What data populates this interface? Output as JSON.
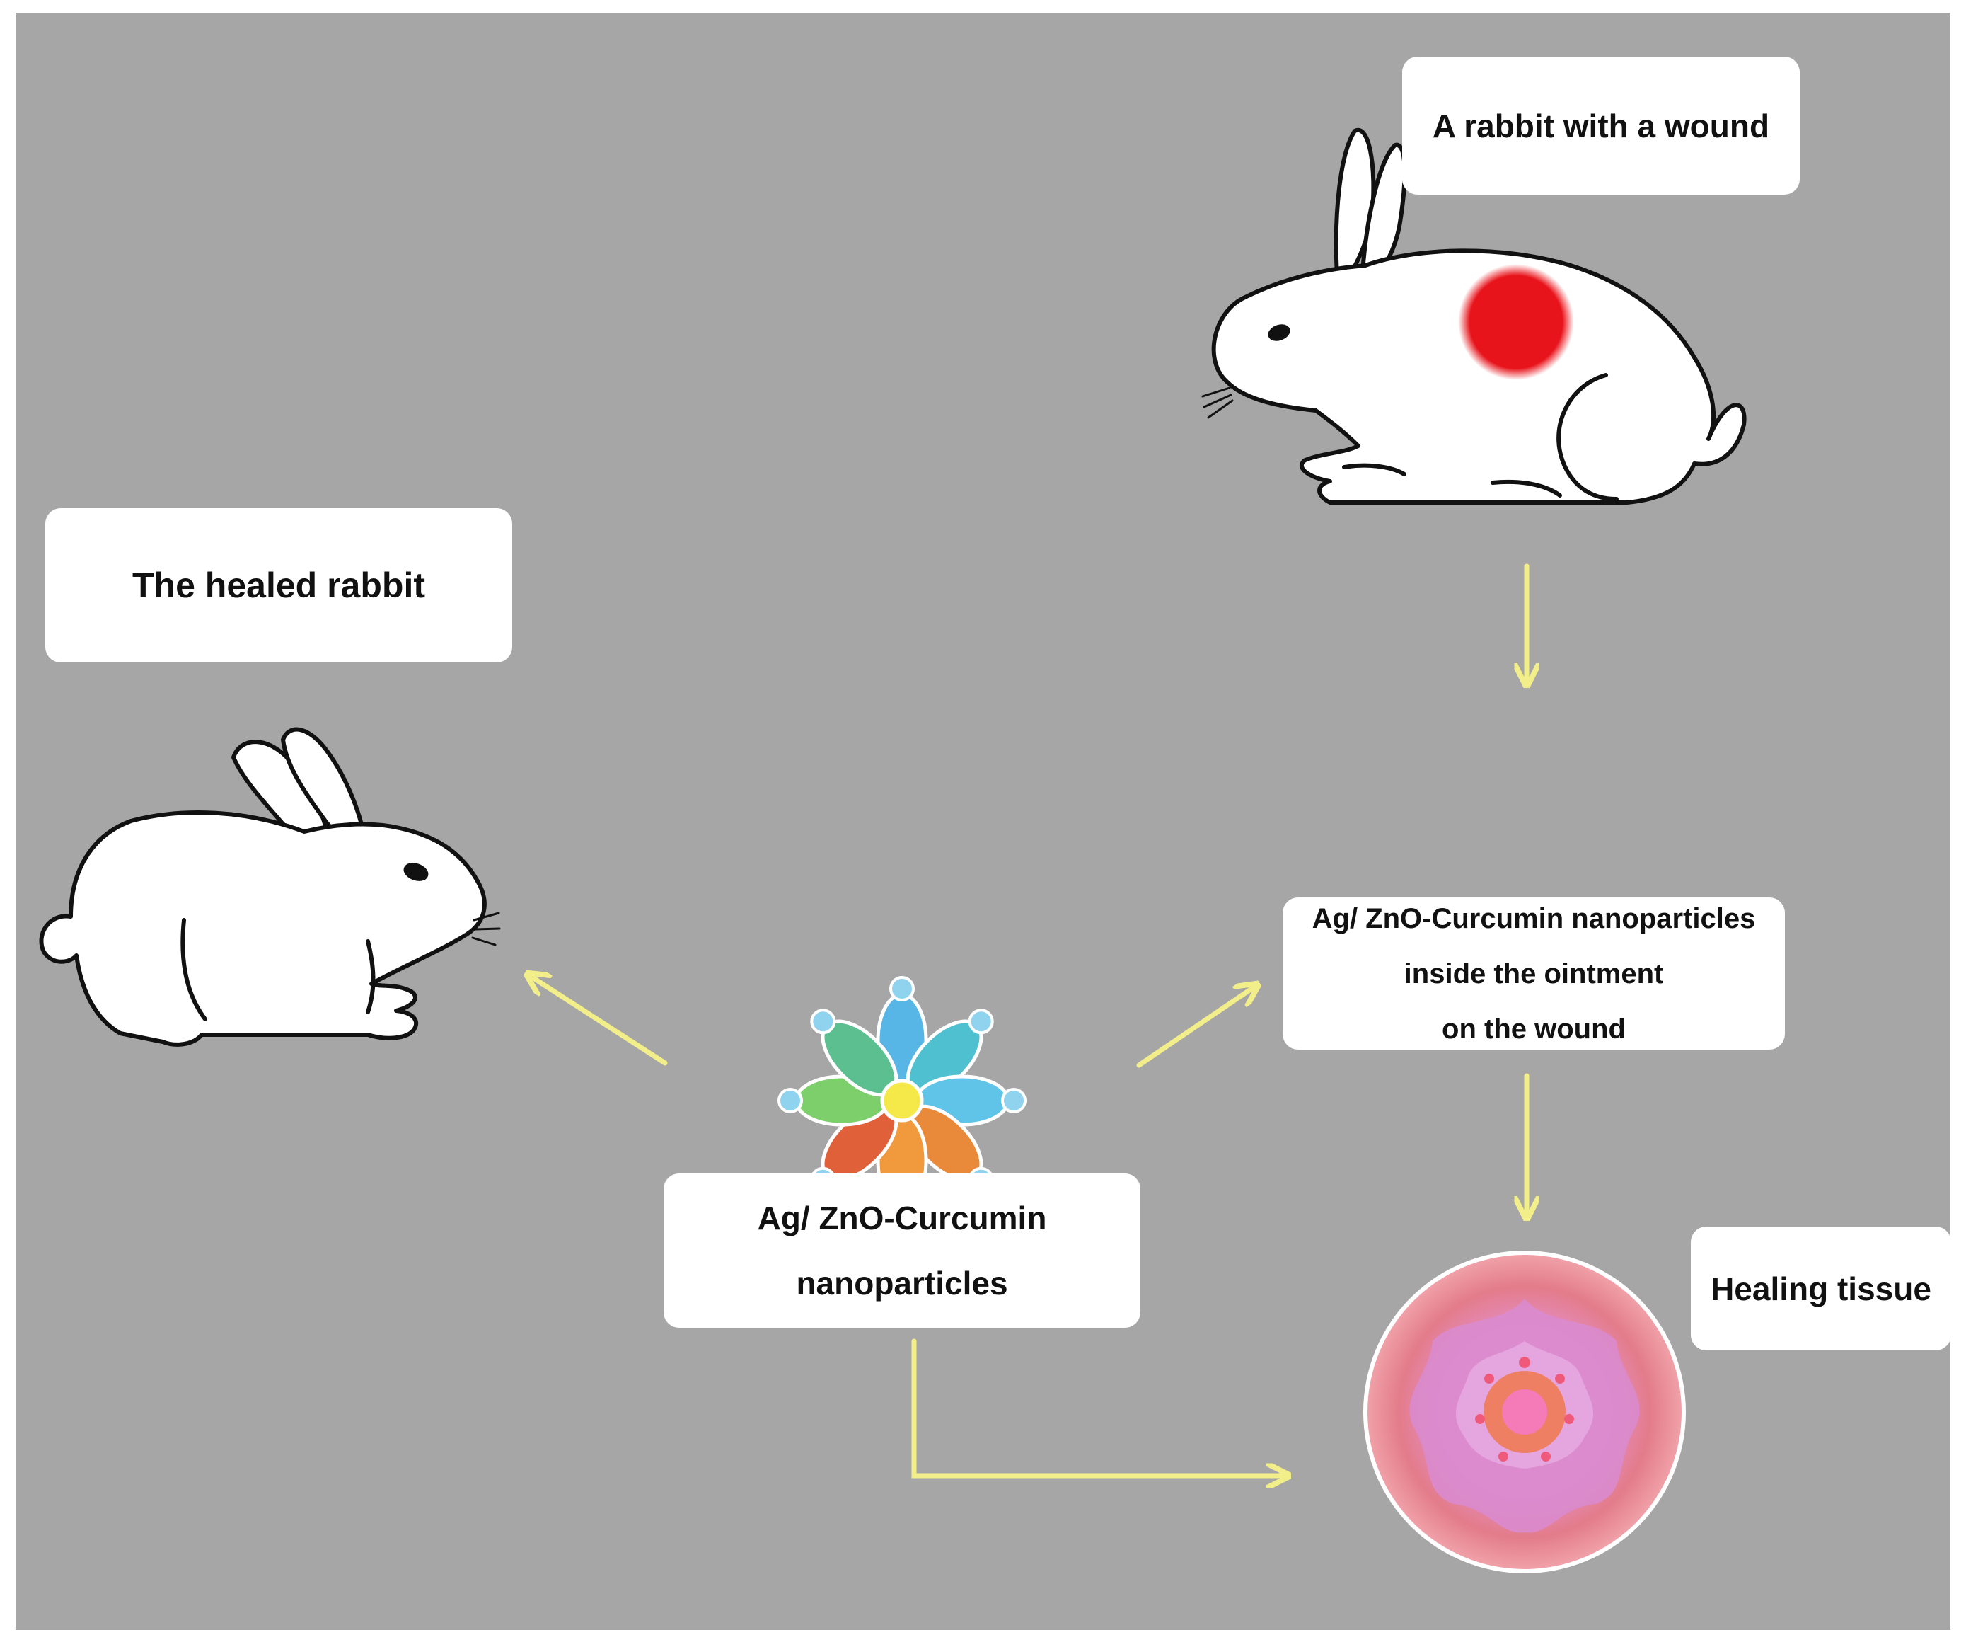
{
  "labels": {
    "wounded_rabbit": "A rabbit with a wound",
    "healed_rabbit": "The healed rabbit",
    "ointment": [
      "Ag/ ZnO-Curcumin nanoparticles",
      "inside the ointment",
      "on the wound"
    ],
    "nanoparticles": [
      "Ag/ ZnO-Curcumin",
      "nanoparticles"
    ],
    "healing_tissue": "Healing tissue"
  },
  "colors": {
    "background": "#a6a6a6",
    "arrow": "#f2ef8a",
    "wound": "#e8141b",
    "label_box": "#ffffff"
  },
  "icons": [
    "wounded-rabbit-icon",
    "healed-rabbit-icon",
    "nanoparticle-icon",
    "healing-tissue-icon"
  ]
}
